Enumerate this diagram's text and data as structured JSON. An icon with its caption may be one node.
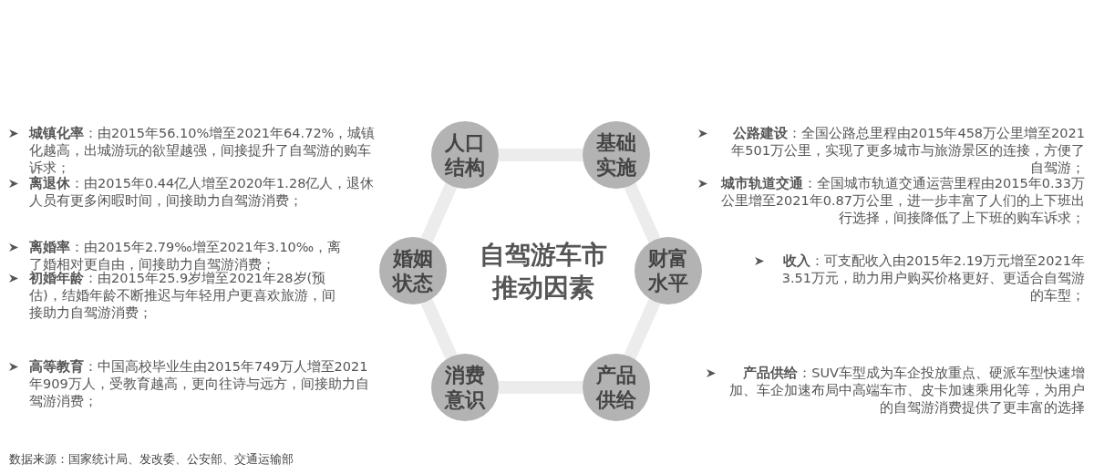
{
  "diagram": {
    "nodes": [
      {
        "text": [
          "人口结构"
        ]
      },
      {
        "text": [
          "基础实施"
        ]
      },
      {
        "text": [
          "婚姻状态"
        ]
      },
      {
        "text": [
          "财富水平"
        ]
      },
      {
        "text": [
          "消费意识"
        ]
      },
      {
        "text": [
          "产品供给"
        ]
      }
    ],
    "edges": [
      {
        "from": 0,
        "to": 1,
        "arrow": "none"
      },
      {
        "from": 1,
        "to": 3,
        "arrow": "none"
      },
      {
        "from": 3,
        "to": 5,
        "arrow": "none"
      },
      {
        "from": 5,
        "to": 4,
        "arrow": "none"
      },
      {
        "from": 4,
        "to": 2,
        "arrow": "none"
      },
      {
        "from": 2,
        "to": 0,
        "arrow": "none"
      }
    ],
    "labels": [
      "**城镇化率**：由2015年56.10%增至2021年64.72%，城镇化越高，出城游玩的欲望越强，间接提升了自驾游的购车诉求；",
      "**公路建设**：全国公路总里程由2015年458万公里增至2021年501万公里，实现了更多城市与旅游景区的连接，方便了自驾游；",
      "**离退休**：由2015年0.44亿人增至2020年1.28亿人，退休人员有更多闲暇时间，间接助力自驾游消费；",
      "**城市轨道交通**：全国城市轨道交通运营里程由2015年0.33万公里增至2021年0.87万公里，进一步丰富了人们的上下班出行选择，间接降低了上下班的购车诉求；",
      "自驾游车市推动因素",
      "**离婚率**：由2015年2.79‰增至2021年3.10‰，离了婚相对更自由，间接助力自驾游消费；",
      "**收入**：可支配收入由2015年2.19万元增至2021年3.51万元，助力用户购买价格更好、更适合自驾游的车型；",
      "**初婚年龄**：由2015年25.9岁增至2021年28岁(预估)，结婚年龄不断推迟与年轻用户更喜欢旅游，间接助力自驾游消费；",
      "**高等教育**：中国高校毕业生由2015年749万人增至2021年909万人，受教育越高，更向往诗与远方，间接助力自驾游消费；",
      "**产品供给**：SUV车型成为车企投放重点、硬派车型快速增加、车企加速布局中高端车市、皮卡加速乘用化等，为用户的自驾游消费提供了更丰富的选择",
      "数据来源：国家统计局、发改委、公安部、交通运输部"
    ]
  }
}
